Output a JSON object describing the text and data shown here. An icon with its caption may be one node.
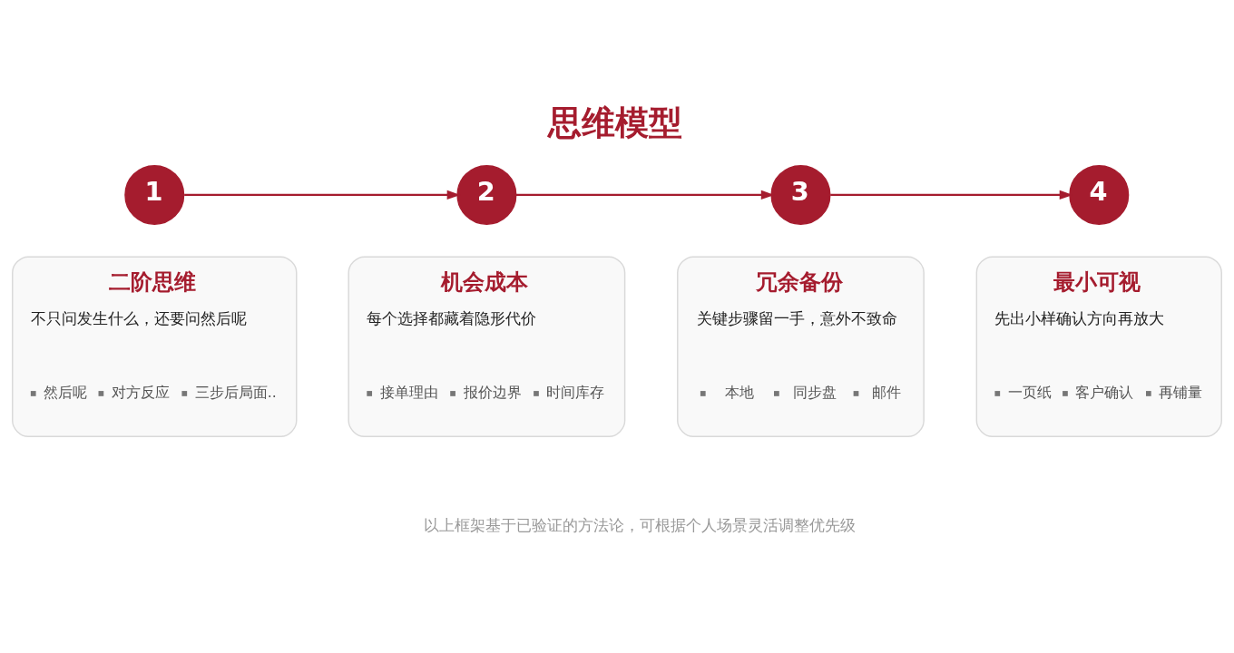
{
  "diagram": {
    "title": "思维模型",
    "caption": "以上框架基于已验证的方法论，可根据个人场景灵活调整优先级",
    "nodes": [
      {
        "text": [
          "1"
        ]
      },
      {
        "text": [
          "2"
        ]
      },
      {
        "text": [
          "3"
        ]
      },
      {
        "text": [
          "4"
        ]
      },
      {
        "text": [
          "二阶思维",
          "不只问发生什么，还要问然后呢",
          "然后呢",
          "对方反应",
          "三步后局面.."
        ]
      },
      {
        "text": [
          "机会成本",
          "每个选择都藏着隐形代价",
          "接单理由",
          "报价边界",
          "时间库存"
        ]
      },
      {
        "text": [
          "冗余备份",
          "关键步骤留一手，意外不致命",
          "本地",
          "同步盘",
          "邮件"
        ]
      },
      {
        "text": [
          "最小可视",
          "先出小样确认方向再放大",
          "一页纸",
          "客户确认",
          "再铺量"
        ]
      }
    ],
    "edges": [
      {
        "from": 0,
        "to": 1,
        "arrow": "to"
      },
      {
        "from": 1,
        "to": 2,
        "arrow": "to"
      },
      {
        "from": 2,
        "to": 3,
        "arrow": "to"
      }
    ]
  }
}
